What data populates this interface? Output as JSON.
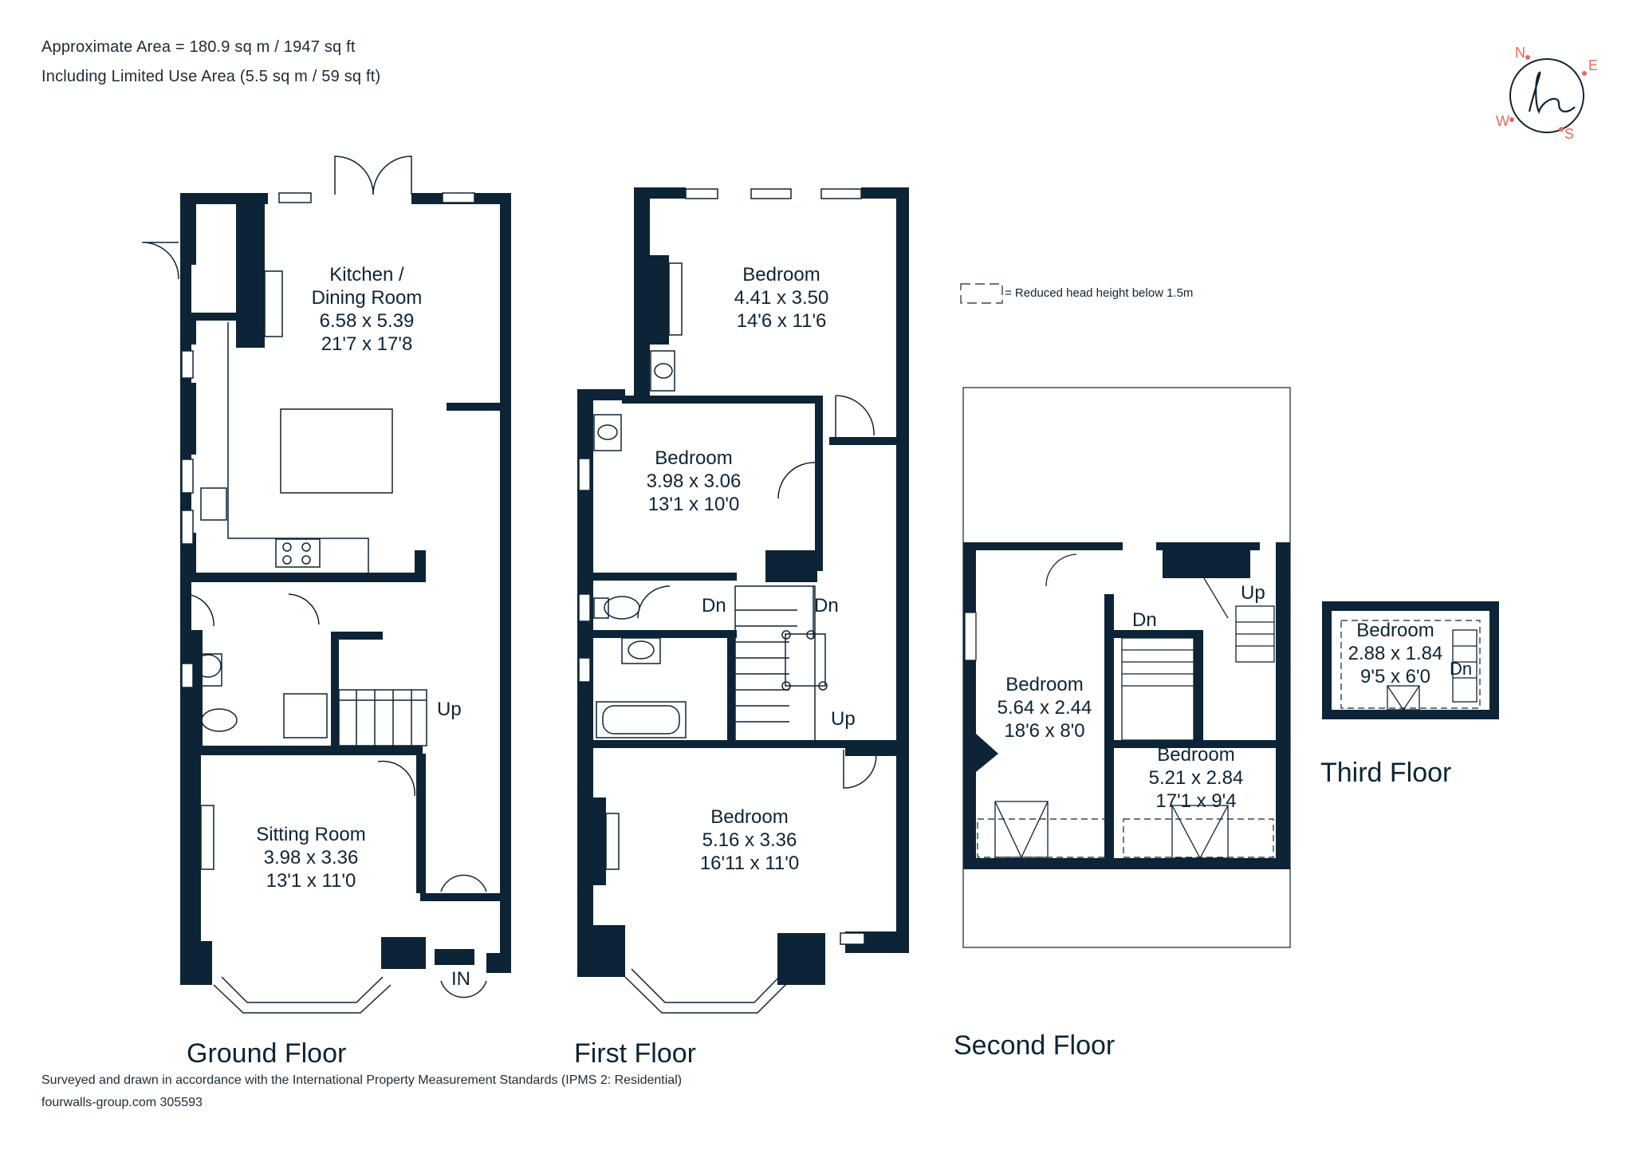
{
  "header": {
    "area_line": "Approximate Area = 180.9 sq m / 1947 sq ft",
    "limited_line": "Including Limited Use Area (5.5 sq m / 59 sq ft)"
  },
  "footer": {
    "survey_line": "Surveyed and drawn in accordance with the International Property Measurement Standards (IPMS 2: Residential)",
    "ref_line": "fourwalls-group.com 305593"
  },
  "legend": {
    "text": "= Reduced head height below 1.5m"
  },
  "compass": {
    "n": "N",
    "e": "E",
    "s": "S",
    "w": "W",
    "accent_color": "#e8685a"
  },
  "colors": {
    "wall": "#0d2436",
    "text": "#0d2436"
  },
  "floors": {
    "ground": {
      "title": "Ground Floor",
      "kitchen": {
        "name": "Kitchen /",
        "name2": "Dining Room",
        "metric": "6.58 x 5.39",
        "imperial": "21'7 x 17'8"
      },
      "sitting": {
        "name": "Sitting Room",
        "metric": "3.98 x 3.36",
        "imperial": "13'1 x 11'0"
      },
      "up": "Up",
      "in": "IN"
    },
    "first": {
      "title": "First Floor",
      "bedroom_rear": {
        "name": "Bedroom",
        "metric": "4.41 x 3.50",
        "imperial": "14'6 x 11'6"
      },
      "bedroom_mid": {
        "name": "Bedroom",
        "metric": "3.98 x 3.06",
        "imperial": "13'1 x 10'0"
      },
      "bedroom_front": {
        "name": "Bedroom",
        "metric": "5.16 x 3.36",
        "imperial": "16'11 x 11'0"
      },
      "dn1": "Dn",
      "dn2": "Dn",
      "up": "Up"
    },
    "second": {
      "title": "Second Floor",
      "bedroom_left": {
        "name": "Bedroom",
        "metric": "5.64 x 2.44",
        "imperial": "18'6 x 8'0"
      },
      "bedroom_right": {
        "name": "Bedroom",
        "metric": "5.21 x 2.84",
        "imperial": "17'1 x 9'4"
      },
      "dn": "Dn",
      "up": "Up"
    },
    "third": {
      "title": "Third Floor",
      "bedroom": {
        "name": "Bedroom",
        "metric": "2.88 x 1.84",
        "imperial": "9'5 x 6'0"
      },
      "dn": "Dn"
    }
  }
}
